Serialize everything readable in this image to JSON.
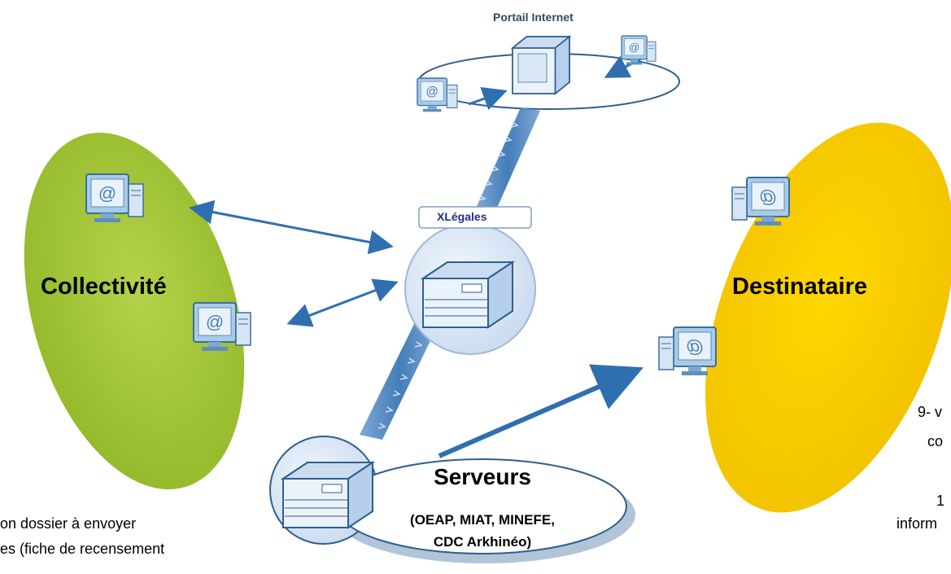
{
  "diagram": {
    "portal_label": "Portail Internet",
    "xlegales_label": "XLégales",
    "collectivite_label": "Collectivité",
    "destinataire_label": "Destinataire",
    "serveurs_title": "Serveurs",
    "serveurs_line1": "(OEAP, MIAT, MINEFE,",
    "serveurs_line2": "CDC Arkhinéo)",
    "left_text_line1": "on dossier à envoyer",
    "left_text_line2": "es (fiche de recensement",
    "right_text_line1": "9- v",
    "right_text_line2": "co",
    "right_text_line3": "1",
    "right_text_line4": "inform",
    "monitor_glyph": "@"
  },
  "colors": {
    "collectivite_ellipse": "#9cc030",
    "destinataire_ellipse": "#f5c800",
    "arrow": "#2f6fb0",
    "link_beam": "#3f7cc0"
  }
}
